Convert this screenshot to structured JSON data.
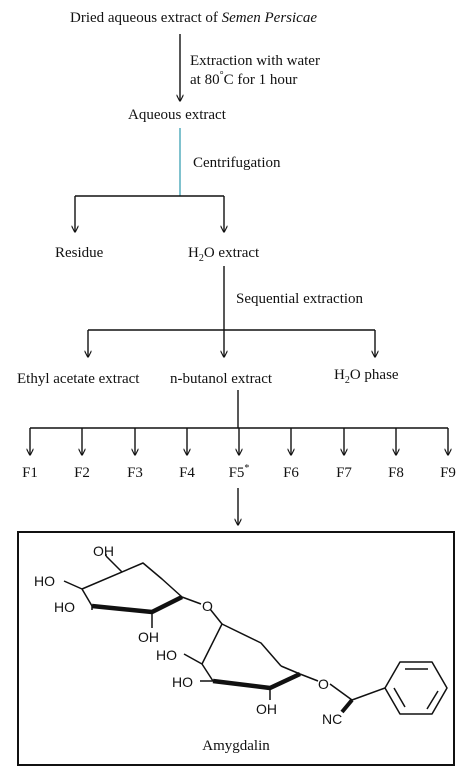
{
  "steps": {
    "start_prefix": "Dried aqueous extract of ",
    "start_italic": "Semen Persicae",
    "extraction_line1": "Extraction with water",
    "extraction_line2_pre": "at 80",
    "extraction_line2_deg": "°",
    "extraction_line2_post": "C for 1 hour",
    "aqueous_extract": "Aqueous extract",
    "centrifugation": "Centrifugation",
    "residue": "Residue",
    "h2o_extract_h": "H",
    "h2o_extract_sub": "2",
    "h2o_extract_rest": "O extract",
    "sequential_extraction": "Sequential extraction",
    "ethyl_acetate": "Ethyl acetate extract",
    "n_butanol": "n-butanol extract",
    "h2o_phase_h": "H",
    "h2o_phase_sub": "2",
    "h2o_phase_rest": "O phase"
  },
  "fractions": [
    {
      "label": "F1",
      "star": ""
    },
    {
      "label": "F2",
      "star": ""
    },
    {
      "label": "F3",
      "star": ""
    },
    {
      "label": "F4",
      "star": ""
    },
    {
      "label": "F5",
      "star": "*"
    },
    {
      "label": "F6",
      "star": ""
    },
    {
      "label": "F7",
      "star": ""
    },
    {
      "label": "F8",
      "star": ""
    },
    {
      "label": "F9",
      "star": ""
    }
  ],
  "molecule": {
    "name": "Amygdalin",
    "oh_top": "OH",
    "ho_1": "HO",
    "ho_2": "HO",
    "oh_ring1": "OH",
    "o_link": "O",
    "ho_3": "HO",
    "ho_4": "HO",
    "oh_ring2": "OH",
    "o_glyco": "O",
    "nitrile": "NC"
  },
  "colors": {
    "ink": "#111111",
    "centrifuge_line": "#4aa8b8"
  }
}
